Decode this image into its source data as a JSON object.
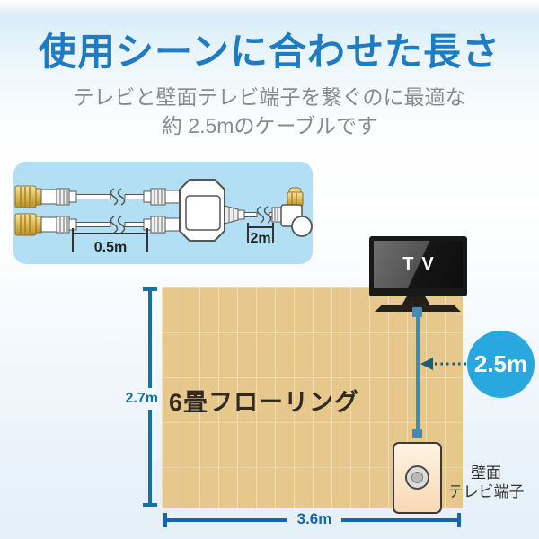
{
  "header": {
    "title": "使用シーンに合わせた長さ",
    "subtitle_line1": "テレビと壁面テレビ端子を繋ぐのに最適な",
    "subtitle_line2": "約 2.5mのケーブルです"
  },
  "cable_diagram": {
    "left_cable_length": "0.5m",
    "right_cable_length": "2m"
  },
  "room_diagram": {
    "room_label": "6畳フローリング",
    "tv_label": "TV",
    "cable_length": "2.5m",
    "room_width": "3.6m",
    "room_depth": "2.7m",
    "terminal_label_line1": "壁面",
    "terminal_label_line2": "テレビ端子"
  },
  "colors": {
    "title_blue": "#1e7cc2",
    "badge_blue": "#29a8e0",
    "depth_dim_teal": "#15719e",
    "width_dim_blue": "#1566ad",
    "floor_tan": "#e6c88d",
    "panel_blue": "#b2dff4",
    "cable_blue": "#3f8cba"
  }
}
